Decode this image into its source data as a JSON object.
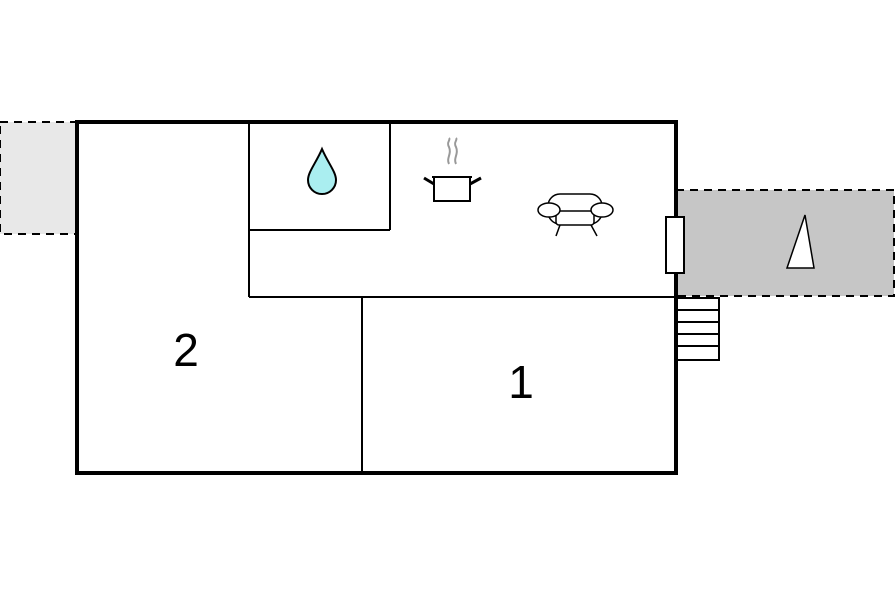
{
  "floorplan": {
    "rooms": [
      {
        "id": "bedroom-2",
        "label": "2"
      },
      {
        "id": "bedroom-1",
        "label": "1"
      }
    ],
    "icons": {
      "bathroom": "water-drop-icon",
      "kitchen": "cooking-pot-icon",
      "living": "sofa-icon",
      "terrace": "parasol-icon",
      "entrance": "stairs-icon"
    },
    "colors": {
      "wall": "#000000",
      "water_drop": "#aaeef0",
      "covered_terrace": "#c6c6c6",
      "open_terrace": "#e8e8e8",
      "background": "#ffffff"
    }
  }
}
